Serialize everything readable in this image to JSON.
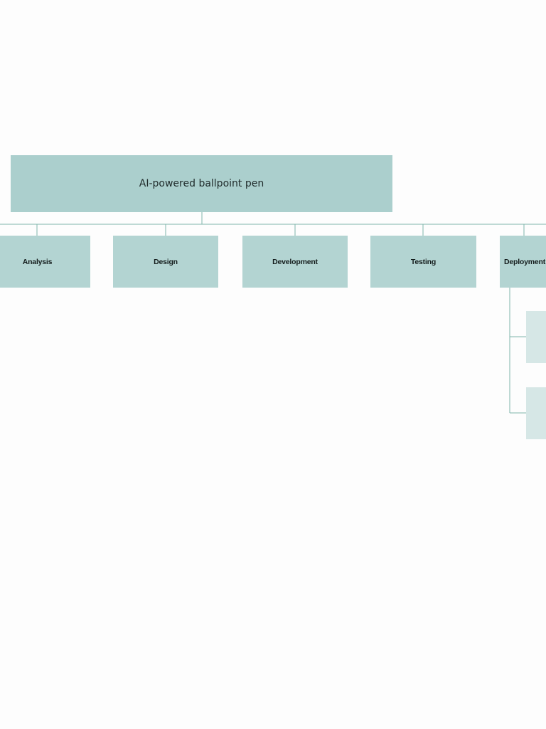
{
  "diagram": {
    "root": {
      "label": "AI-powered ballpoint pen"
    },
    "phases": [
      {
        "label": "Analysis"
      },
      {
        "label": "Design"
      },
      {
        "label": "Development"
      },
      {
        "label": "Testing"
      },
      {
        "label": "Deployment"
      }
    ],
    "deployment_children": [
      {
        "label": ""
      },
      {
        "label": ""
      }
    ],
    "colors": {
      "root_fill": "#abcfcd",
      "phase_fill": "#b3d4d2",
      "child_fill": "#d6e7e6",
      "connector": "#7fb5ac",
      "background": "#fdfdfd"
    }
  }
}
